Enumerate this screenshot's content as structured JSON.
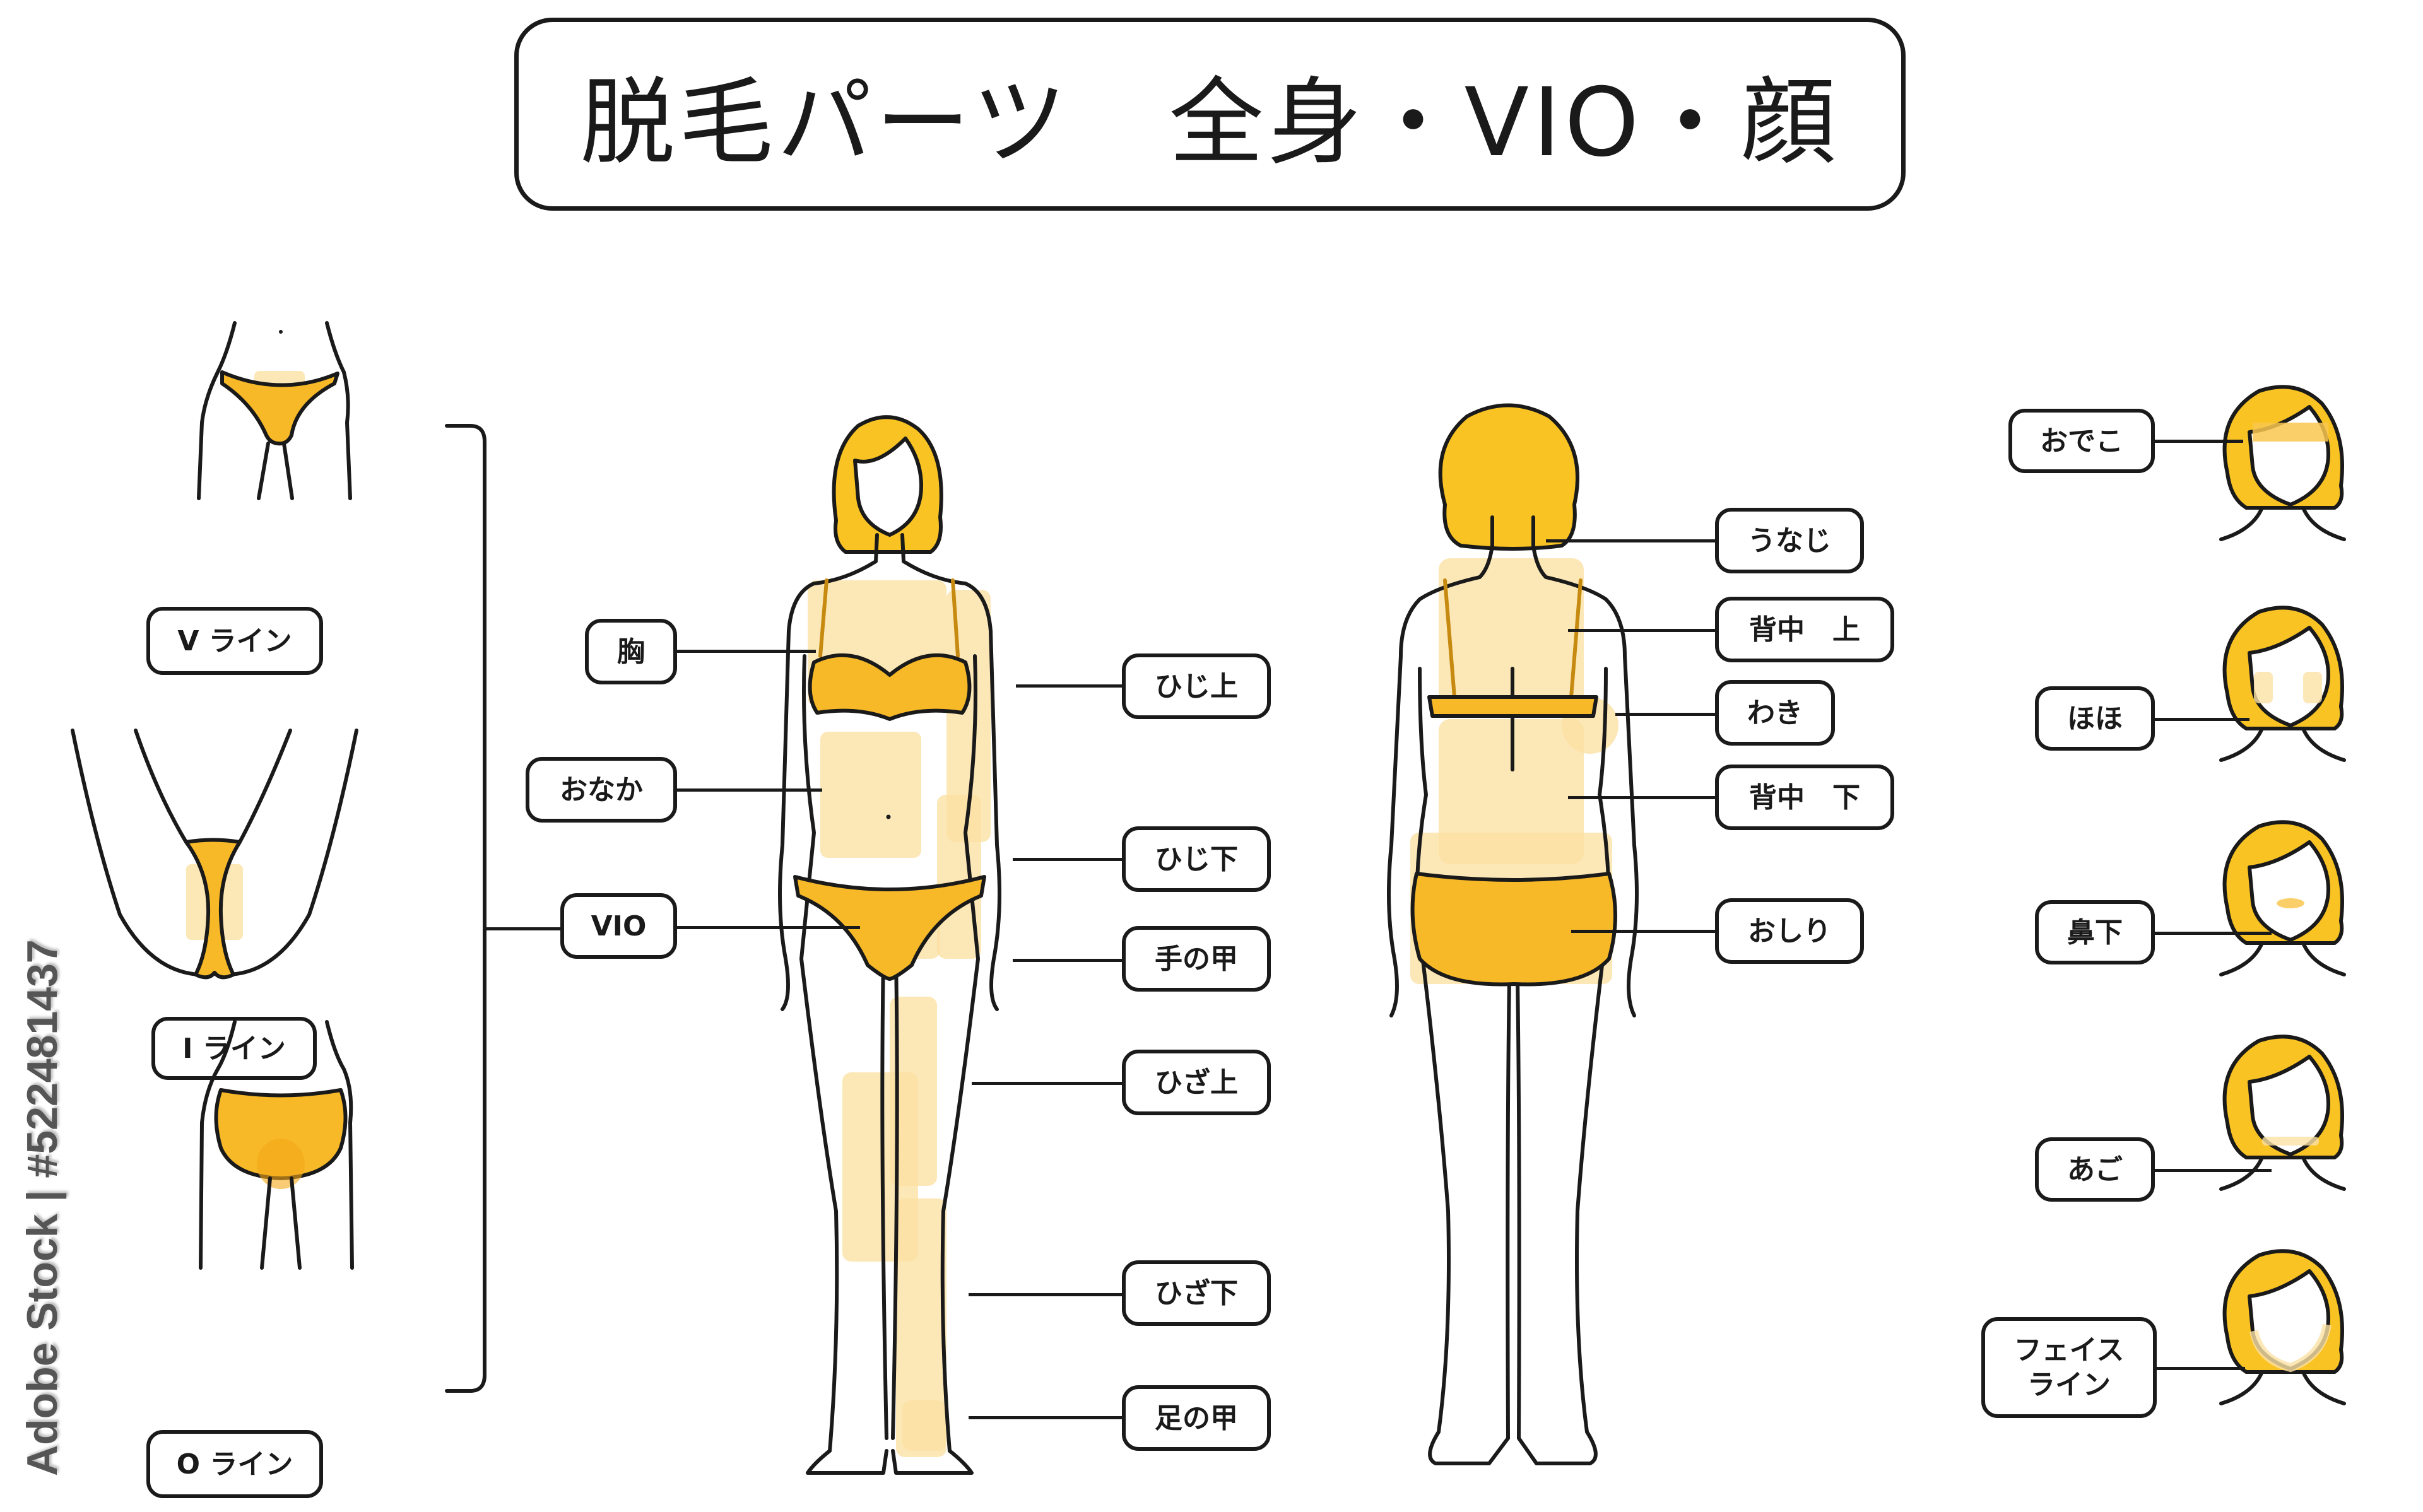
{
  "title": "脱毛パーツ　全身・VIO・顔",
  "colors": {
    "accent": "#f7b928",
    "hair": "#f9c323",
    "zone_highlight": "#fbe1a4",
    "outline": "#1a1a1a",
    "background": "#ffffff"
  },
  "vio_panel": {
    "labels": {
      "v_line": "V ライン",
      "i_line": "I ライン",
      "o_line": "O ライン"
    }
  },
  "front_figure": {
    "left_labels": {
      "chest": "胸",
      "belly": "おなか",
      "vio": "VIO"
    },
    "right_labels": {
      "upper_elbow": "ひじ上",
      "lower_elbow": "ひじ下",
      "back_of_hand": "手の甲",
      "upper_knee": "ひざ上",
      "lower_knee": "ひざ下",
      "top_of_foot": "足の甲"
    }
  },
  "back_figure": {
    "labels": {
      "nape": "うなじ",
      "upper_back": "背中　上",
      "armpit": "わき",
      "lower_back": "背中　下",
      "buttocks": "おしり"
    }
  },
  "face_panel": {
    "labels": {
      "forehead": "おでこ",
      "cheeks": "ほほ",
      "under_nose": "鼻下",
      "chin": "あご",
      "face_line": "フェイス\nライン"
    }
  },
  "watermark": "Adobe Stock | #522481437"
}
